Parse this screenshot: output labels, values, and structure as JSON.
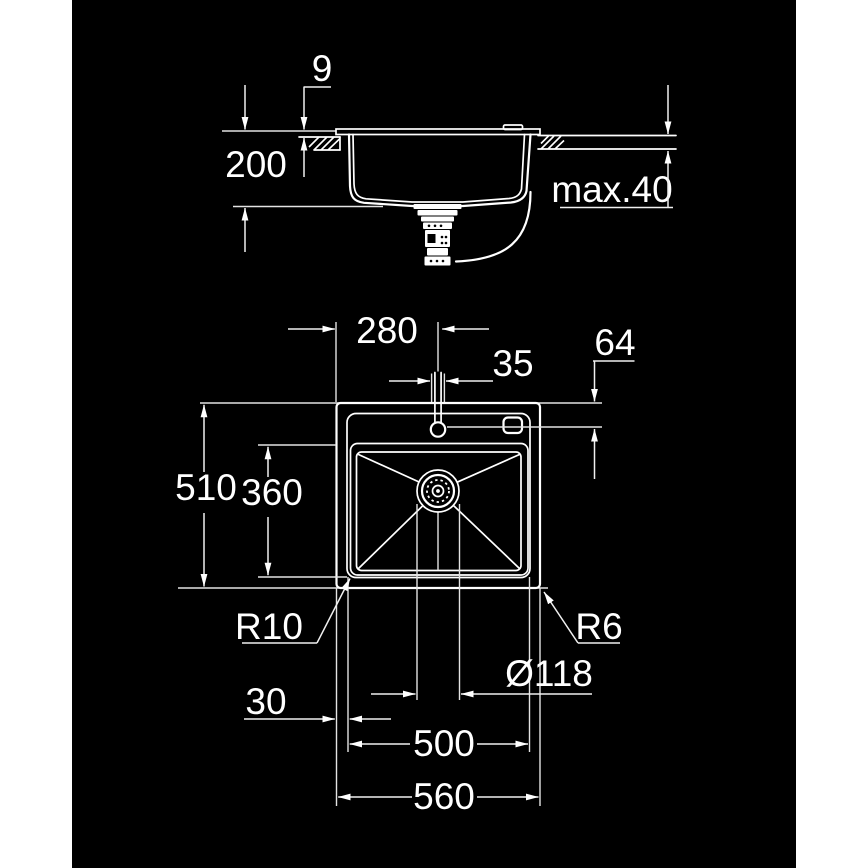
{
  "drawing_title": "sink-installation-technical-drawing",
  "colors": {
    "canvas": "#ffffff",
    "drawing_background": "#000000",
    "line": "#ffffff"
  },
  "labels": {
    "rim_height": "9",
    "bowl_depth": "200",
    "max_counter_thickness": "max.40",
    "faucet_offset": "280",
    "faucet_hole_diameter": "35",
    "knob_offset": "64",
    "sink_overall_depth": "510",
    "bowl_inner_depth": "360",
    "bowl_corner_radius": "R10",
    "rim_corner_radius": "R6",
    "drain_diameter": "Ø118",
    "bowl_edge_inset": "30",
    "bowl_width": "500",
    "sink_overall_width": "560"
  }
}
